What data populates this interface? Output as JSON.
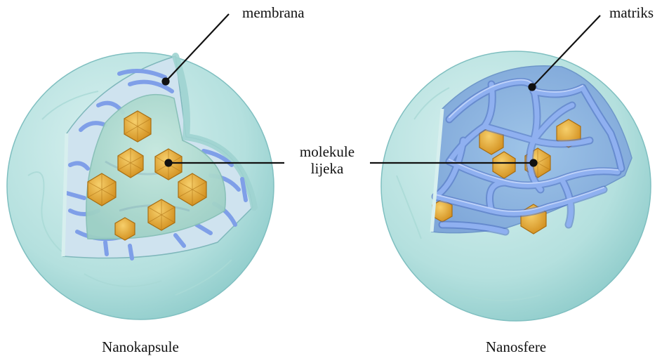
{
  "labels": {
    "membrane": "membrana",
    "matrix": "matriks",
    "drug_line1": "molekule",
    "drug_line2": "lijeka"
  },
  "captions": {
    "left": "Nanokapsule",
    "right": "Nanosfere"
  },
  "colors": {
    "shell_fill": "#bfe6e6",
    "shell_edge": "#8cc9cb",
    "polymer_blue": "#7f9fe8",
    "polymer_edge": "#4d6fc4",
    "inner_core": "#a9d7cf",
    "drug_orange": "#e8a833",
    "drug_edge": "#a86d12",
    "leader_line": "#111111"
  },
  "icons": {
    "left_figure": "nanocapsule-illustration",
    "right_figure": "nanosphere-illustration",
    "drug_molecule": "drug-molecule-icon"
  }
}
